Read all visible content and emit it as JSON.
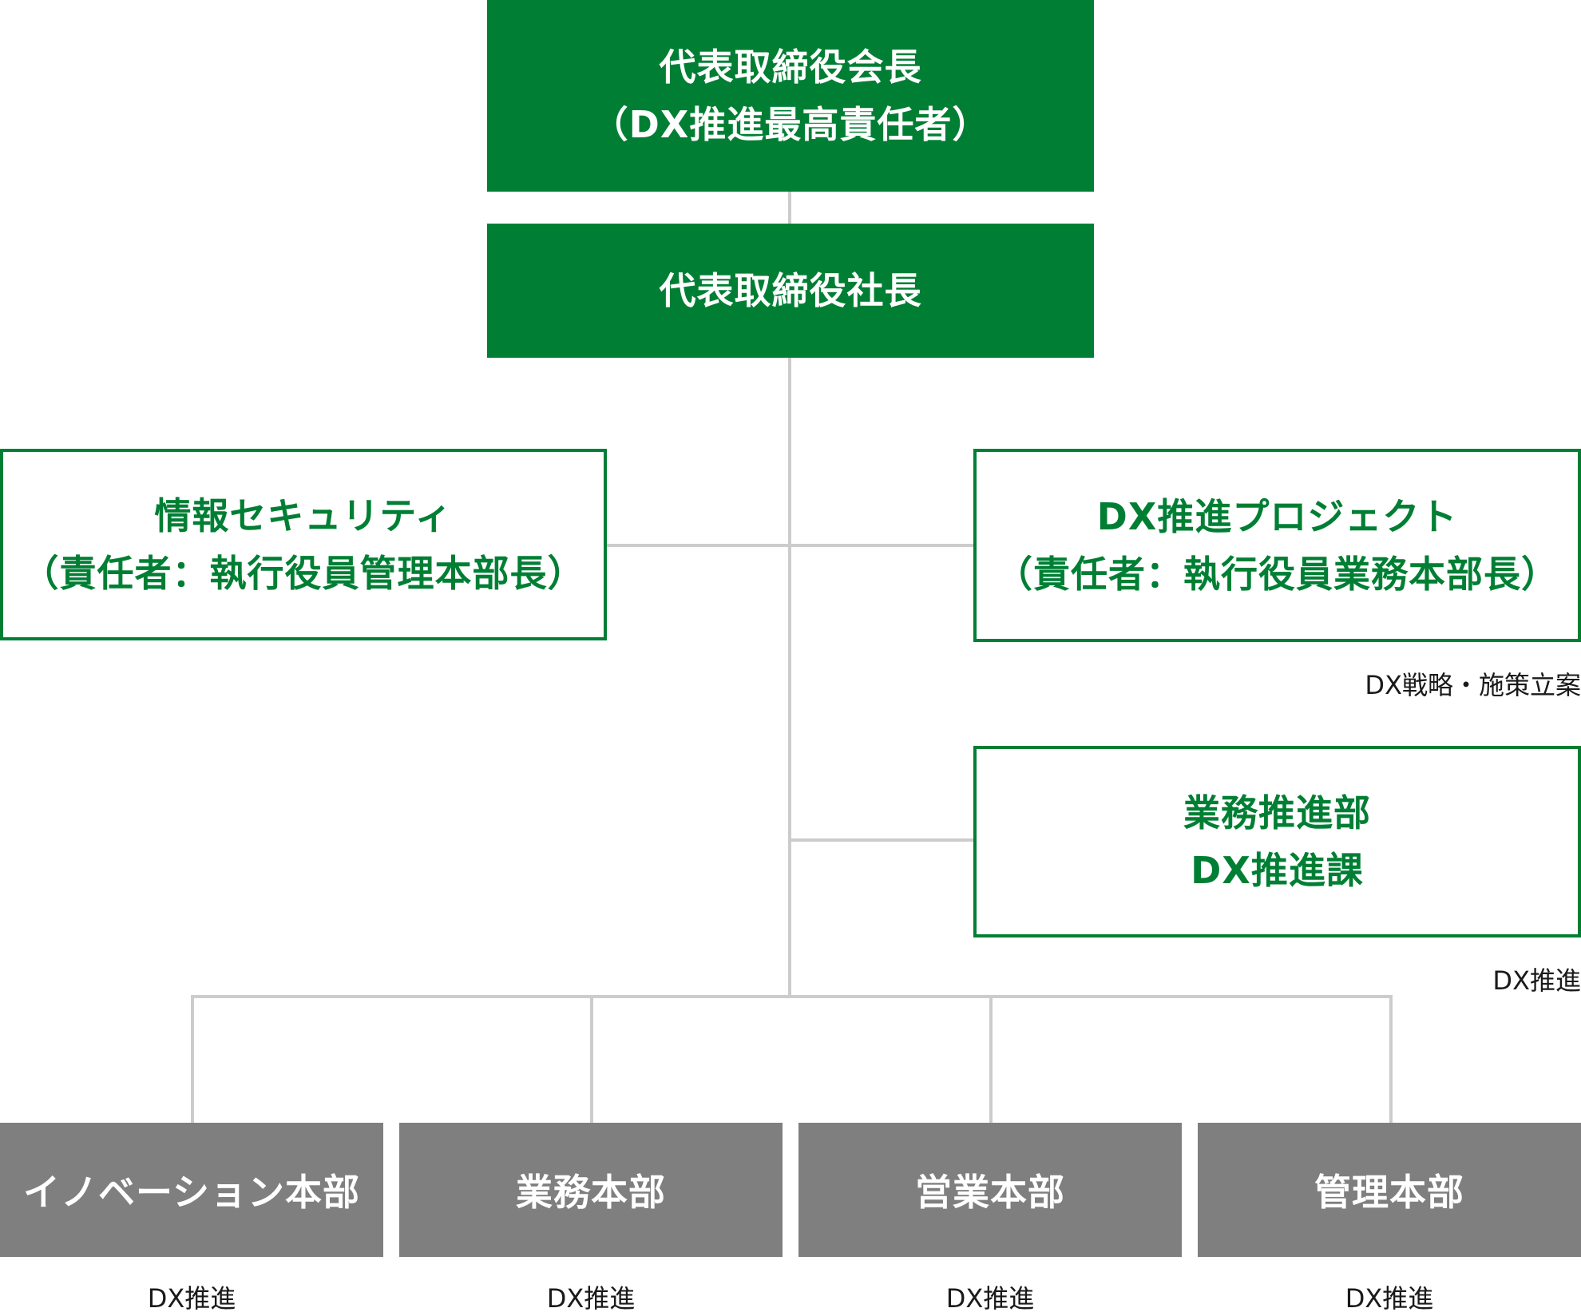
{
  "chairman": {
    "line1": "代表取締役会長",
    "line2": "（DX推進最高責任者）"
  },
  "president": {
    "line1": "代表取締役社長"
  },
  "security": {
    "line1": "情報セキュリティ",
    "line2": "（責任者：執行役員管理本部長）"
  },
  "dx_project": {
    "line1": "DX推進プロジェクト",
    "line2": "（責任者：執行役員業務本部長）",
    "note": "DX戦略・施策立案"
  },
  "business_promotion": {
    "line1": "業務推進部",
    "line2": "DX推進課",
    "note": "DX推進"
  },
  "departments": [
    {
      "label": "イノベーション本部",
      "note": "DX推進"
    },
    {
      "label": "業務本部",
      "note": "DX推進"
    },
    {
      "label": "営業本部",
      "note": "DX推進"
    },
    {
      "label": "管理本部",
      "note": "DX推進"
    }
  ],
  "colors": {
    "green": "#007f34",
    "gray": "#7f7f7f",
    "connector": "#cccccc"
  }
}
